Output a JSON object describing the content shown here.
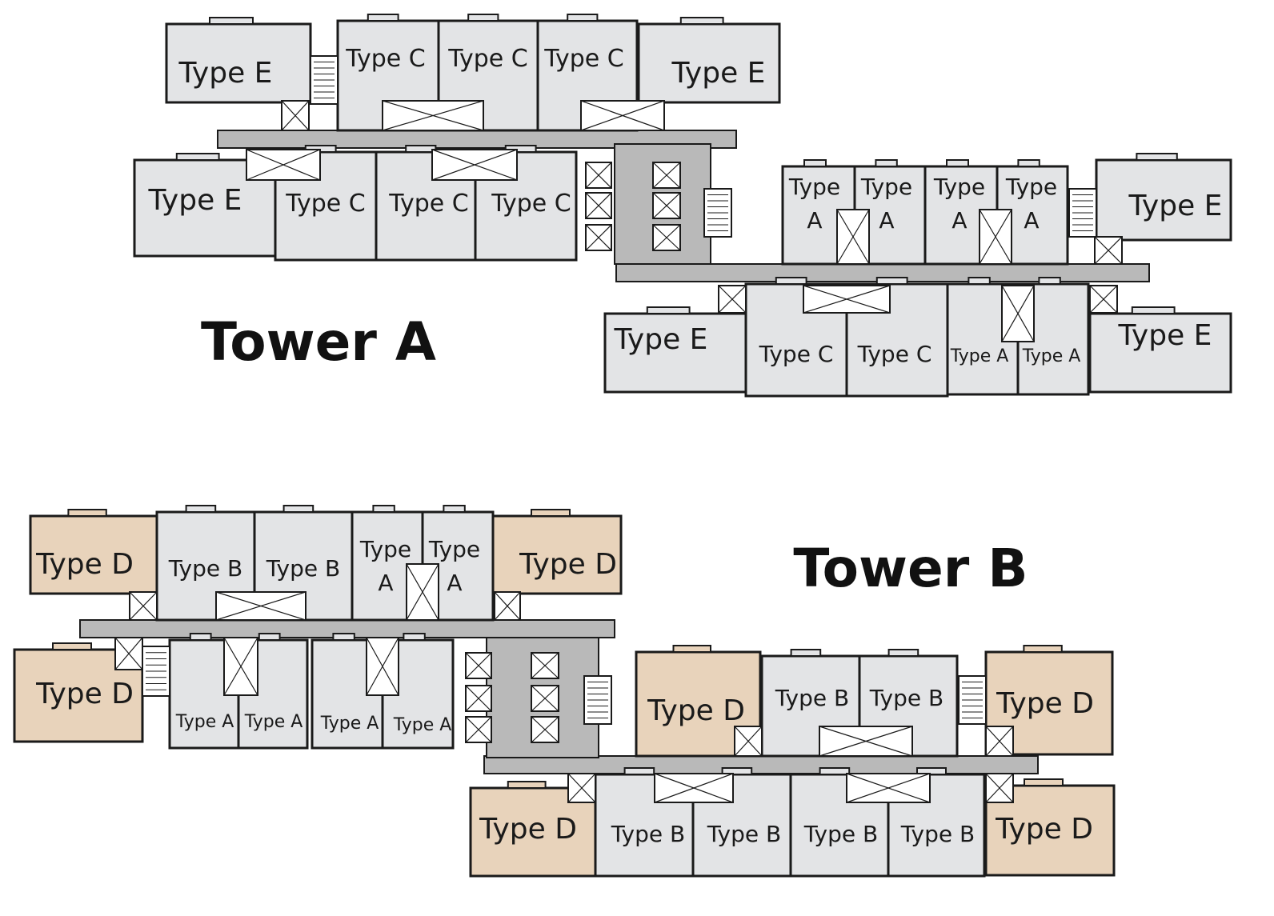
{
  "colors": {
    "unit_fill": "#e3e4e6",
    "type_d_fill": "#e8d3bb",
    "corridor_fill": "#b9b9b9",
    "wall_stroke": "#1a1a1a",
    "background": "#ffffff"
  },
  "tower_a": {
    "title": "Tower A",
    "units": [
      {
        "lines": [
          "Type E"
        ]
      },
      {
        "lines": [
          "Type C"
        ]
      },
      {
        "lines": [
          "Type C"
        ]
      },
      {
        "lines": [
          "Type C"
        ]
      },
      {
        "lines": [
          "Type E"
        ]
      },
      {
        "lines": [
          "Type E"
        ]
      },
      {
        "lines": [
          "Type C"
        ]
      },
      {
        "lines": [
          "Type C"
        ]
      },
      {
        "lines": [
          "Type C"
        ]
      },
      {
        "lines": [
          "Type",
          "A"
        ]
      },
      {
        "lines": [
          "Type",
          "A"
        ]
      },
      {
        "lines": [
          "Type",
          "A"
        ]
      },
      {
        "lines": [
          "Type",
          "A"
        ]
      },
      {
        "lines": [
          "Type E"
        ]
      },
      {
        "lines": [
          "Type E"
        ]
      },
      {
        "lines": [
          "Type C"
        ]
      },
      {
        "lines": [
          "Type C"
        ]
      },
      {
        "lines": [
          "Type A"
        ]
      },
      {
        "lines": [
          "Type A"
        ]
      },
      {
        "lines": [
          "Type E"
        ]
      }
    ]
  },
  "tower_b": {
    "title": "Tower B",
    "units": [
      {
        "lines": [
          "Type D"
        ]
      },
      {
        "lines": [
          "Type B"
        ]
      },
      {
        "lines": [
          "Type B"
        ]
      },
      {
        "lines": [
          "Type",
          "A"
        ]
      },
      {
        "lines": [
          "Type",
          "A"
        ]
      },
      {
        "lines": [
          "Type D"
        ]
      },
      {
        "lines": [
          "Type D"
        ]
      },
      {
        "lines": [
          "Type A"
        ]
      },
      {
        "lines": [
          "Type A"
        ]
      },
      {
        "lines": [
          "Type A"
        ]
      },
      {
        "lines": [
          "Type A"
        ]
      },
      {
        "lines": [
          "Type D"
        ]
      },
      {
        "lines": [
          "Type B"
        ]
      },
      {
        "lines": [
          "Type B"
        ]
      },
      {
        "lines": [
          "Type D"
        ]
      },
      {
        "lines": [
          "Type D"
        ]
      },
      {
        "lines": [
          "Type B"
        ]
      },
      {
        "lines": [
          "Type B"
        ]
      },
      {
        "lines": [
          "Type B"
        ]
      },
      {
        "lines": [
          "Type B"
        ]
      },
      {
        "lines": [
          "Type D"
        ]
      }
    ]
  }
}
